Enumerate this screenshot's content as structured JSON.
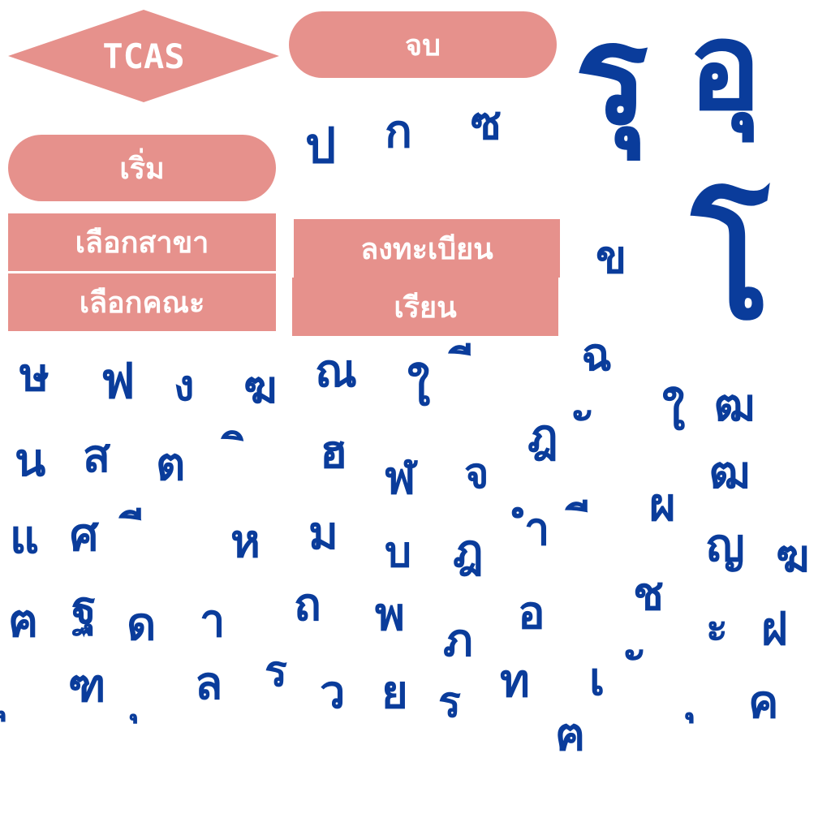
{
  "colors": {
    "shape_fill": "#e6918c",
    "shape_text": "#ffffff",
    "glyph": "#0a3c9b",
    "background": "#ffffff"
  },
  "shapes": {
    "tcas": "TCAS",
    "end": "จบ",
    "start": "เริ่ม",
    "choose_branch": "เลือกสาขา",
    "choose_faculty": "เลือกคณะ",
    "register": "ลงทะเบียน",
    "study": "เรียน"
  },
  "glyphs": [
    "รุ",
    "อุ",
    "ป",
    "ก",
    "ซ",
    "โ",
    "ข",
    "ษ",
    "ฟ",
    "ง",
    "ฆ",
    "ณ",
    "ใ",
    "ี",
    "ฉ",
    "ฎ",
    "ั",
    "ใ",
    "ฒ",
    "น",
    "ส",
    "ต",
    "ิ",
    "ฮ",
    "ฬ",
    "จ",
    "ฒ",
    "ผ",
    "แ",
    "ศ",
    "ี",
    "ห",
    "ม",
    "บ",
    "ฎ",
    "ำ",
    "ี",
    "ญ",
    "ฆ",
    "ฅ",
    "ฐ",
    "ด",
    "า",
    "ถ",
    "พ",
    "ภ",
    "อ",
    "ช",
    "ะ",
    "ฝ",
    "ุ",
    "ฑ",
    "ุ",
    "ล",
    "ร",
    "ว",
    "ย",
    "ร",
    "ท",
    "เ",
    "ั",
    "ุ",
    "ค",
    "ฅ"
  ]
}
